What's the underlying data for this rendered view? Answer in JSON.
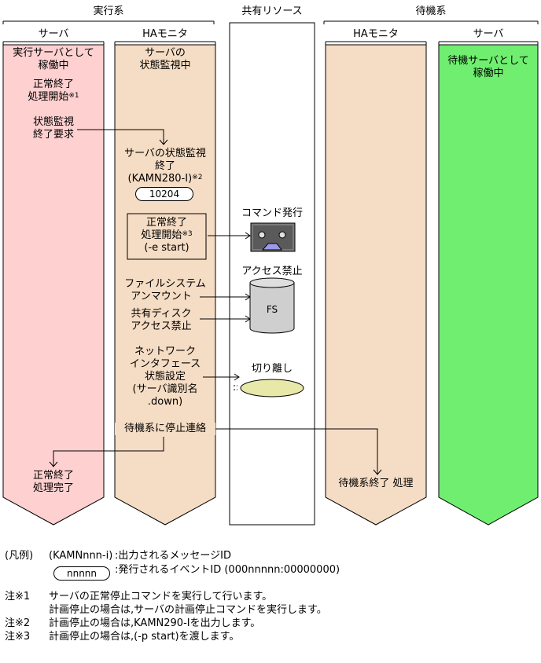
{
  "groups": {
    "active": "実行系",
    "shared": "共有リソース",
    "standby": "待機系"
  },
  "columns": {
    "active_server": "サーバ",
    "active_monitor": "HAモニタ",
    "standby_monitor": "HAモニタ",
    "standby_server": "サーバ"
  },
  "active_server": {
    "status_1": "実行サーバとして",
    "status_2": "稼働中",
    "normal_end_1": "正常終了",
    "normal_end_2": "処理開始",
    "normal_end_note": "※1",
    "monitor_stop_1": "状態監視",
    "monitor_stop_2": "終了要求",
    "complete_1": "正常終了",
    "complete_2": "処理完了"
  },
  "active_monitor": {
    "status_1": "サーバの",
    "status_2": "状態監視中",
    "end_1": "サーバの状態監視",
    "end_2": "終了",
    "end_msg": "(KAMN280-I)",
    "end_note": "※2",
    "event_id": "10204",
    "box_1": "正常終了",
    "box_2": "処理開始",
    "box_note": "※3",
    "box_3": "(-e start)",
    "unmount_1": "ファイルシステム",
    "unmount_2": "アンマウント",
    "disk_1": "共有ディスク",
    "disk_2": "アクセス禁止",
    "net_1": "ネットワーク",
    "net_2": "インタフェース",
    "net_3": "状態設定",
    "net_4": "(サーバ識別名",
    "net_5": ".down)",
    "notify": "待機系に停止連絡"
  },
  "shared": {
    "command": "コマンド発行",
    "access_ban": "アクセス禁止",
    "fs": "FS",
    "detach": "切り離し"
  },
  "standby_monitor": {
    "end": "待機系終了 処理"
  },
  "standby_server": {
    "status_1": "待機サーバとして",
    "status_2": "稼働中"
  },
  "legend": {
    "label": "(凡例)",
    "msg_key": "(KAMNnnn-i)",
    "msg_desc": ":出力されるメッセージID",
    "event_key": "nnnnn",
    "event_desc": ":発行されるイベントID (000nnnnn:00000000)"
  },
  "notes": [
    {
      "mark": "注※1",
      "lines": [
        "サーバの正常停止コマンドを実行して行います。",
        "計画停止の場合は,サーバの計画停止コマンドを実行します。"
      ]
    },
    {
      "mark": "注※2",
      "lines": [
        "計画停止の場合は,KAMN290-Iを出力します。"
      ]
    },
    {
      "mark": "注※3",
      "lines": [
        "計画停止の場合は,(-p start)を渡します。"
      ]
    }
  ],
  "colors": {
    "active_server": "#ffd0d0",
    "monitor": "#f5dcc4",
    "standby_server": "#70ee70",
    "disk": "#cfcfcf",
    "nic": "#e8e8a8",
    "console": "#7a7a7a",
    "console_screen": "#9a9ae8"
  }
}
